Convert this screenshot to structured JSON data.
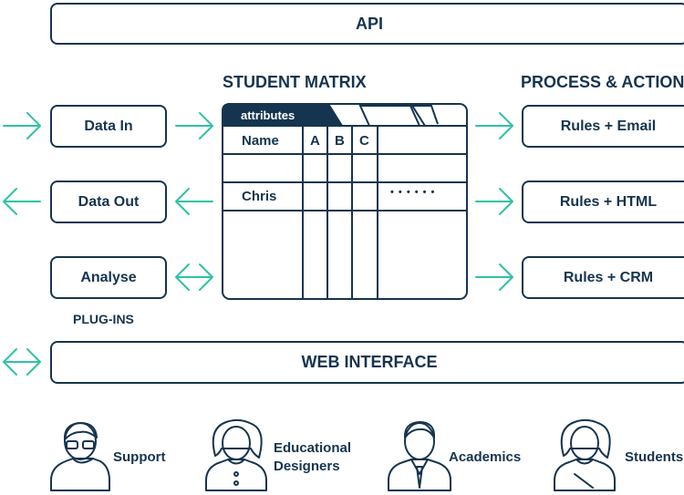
{
  "api": {
    "label": "API"
  },
  "plugins": {
    "heading": "PLUG-INS",
    "items": [
      {
        "label": "Data In"
      },
      {
        "label": "Data Out"
      },
      {
        "label": "Analyse"
      }
    ]
  },
  "matrix": {
    "heading": "STUDENT MATRIX",
    "tab_label": "attributes",
    "columns": [
      "Name",
      "A",
      "B",
      "C"
    ],
    "row_name": "Chris",
    "row_ellipsis": "• • • • • •"
  },
  "process": {
    "heading": "PROCESS & ACTION",
    "items": [
      {
        "label": "Rules + Email"
      },
      {
        "label": "Rules + HTML"
      },
      {
        "label": "Rules + CRM"
      }
    ]
  },
  "web": {
    "label": "WEB INTERFACE"
  },
  "users": [
    {
      "label": "Support",
      "icon": "support-person-icon"
    },
    {
      "label": "Educational\nDesigners",
      "icon": "designer-person-icon"
    },
    {
      "label": "Academics",
      "icon": "academic-person-icon"
    },
    {
      "label": "Students",
      "icon": "student-person-icon"
    }
  ],
  "colors": {
    "primary": "#15344f",
    "accent": "#2fc2a4"
  }
}
